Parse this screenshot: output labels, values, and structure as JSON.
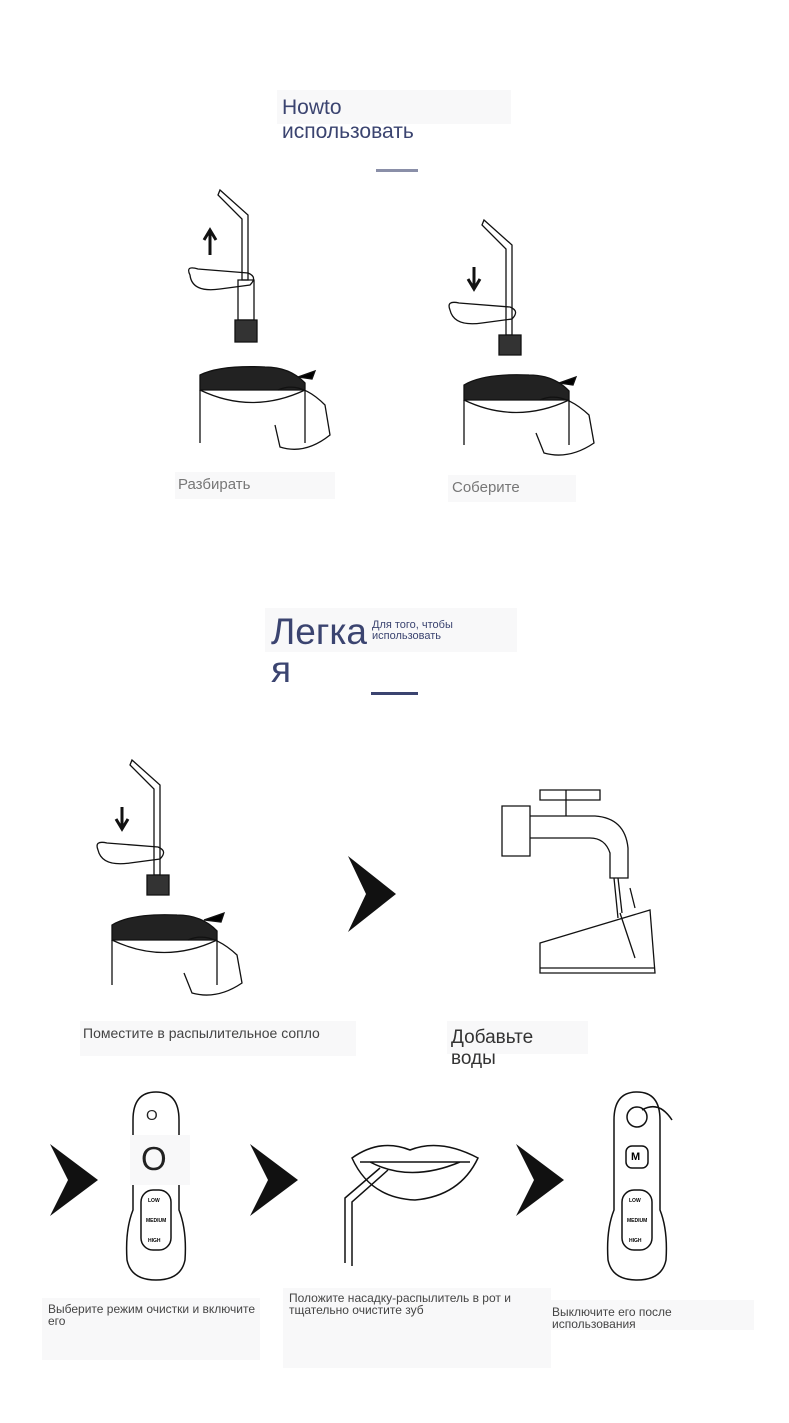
{
  "section1": {
    "title_line1": "Howto",
    "title_line2": "использовать",
    "step_disassemble": "Разбирать",
    "step_assemble": "Соберите"
  },
  "section2": {
    "title_big": "Легка я",
    "title_small": "Для того, чтобы использовать",
    "step_nozzle": "Поместите в распылительное сопло",
    "step_water": "Добавьте воды",
    "step_mode": "Выберите режим очистки и включите его",
    "step_clean": "Положите насадку-распылитель в рот и тщательно очистите зуб",
    "step_off": "Выключите его после использования"
  },
  "device": {
    "power_symbol": "O",
    "power_symbol_large": "O",
    "mode_button": "M",
    "levels": [
      "LOW",
      "MEDIUM",
      "HIGH"
    ]
  },
  "colors": {
    "title": "#3b4470",
    "divider_top": "#8a8fa8",
    "divider_mid": "#3b4470"
  }
}
